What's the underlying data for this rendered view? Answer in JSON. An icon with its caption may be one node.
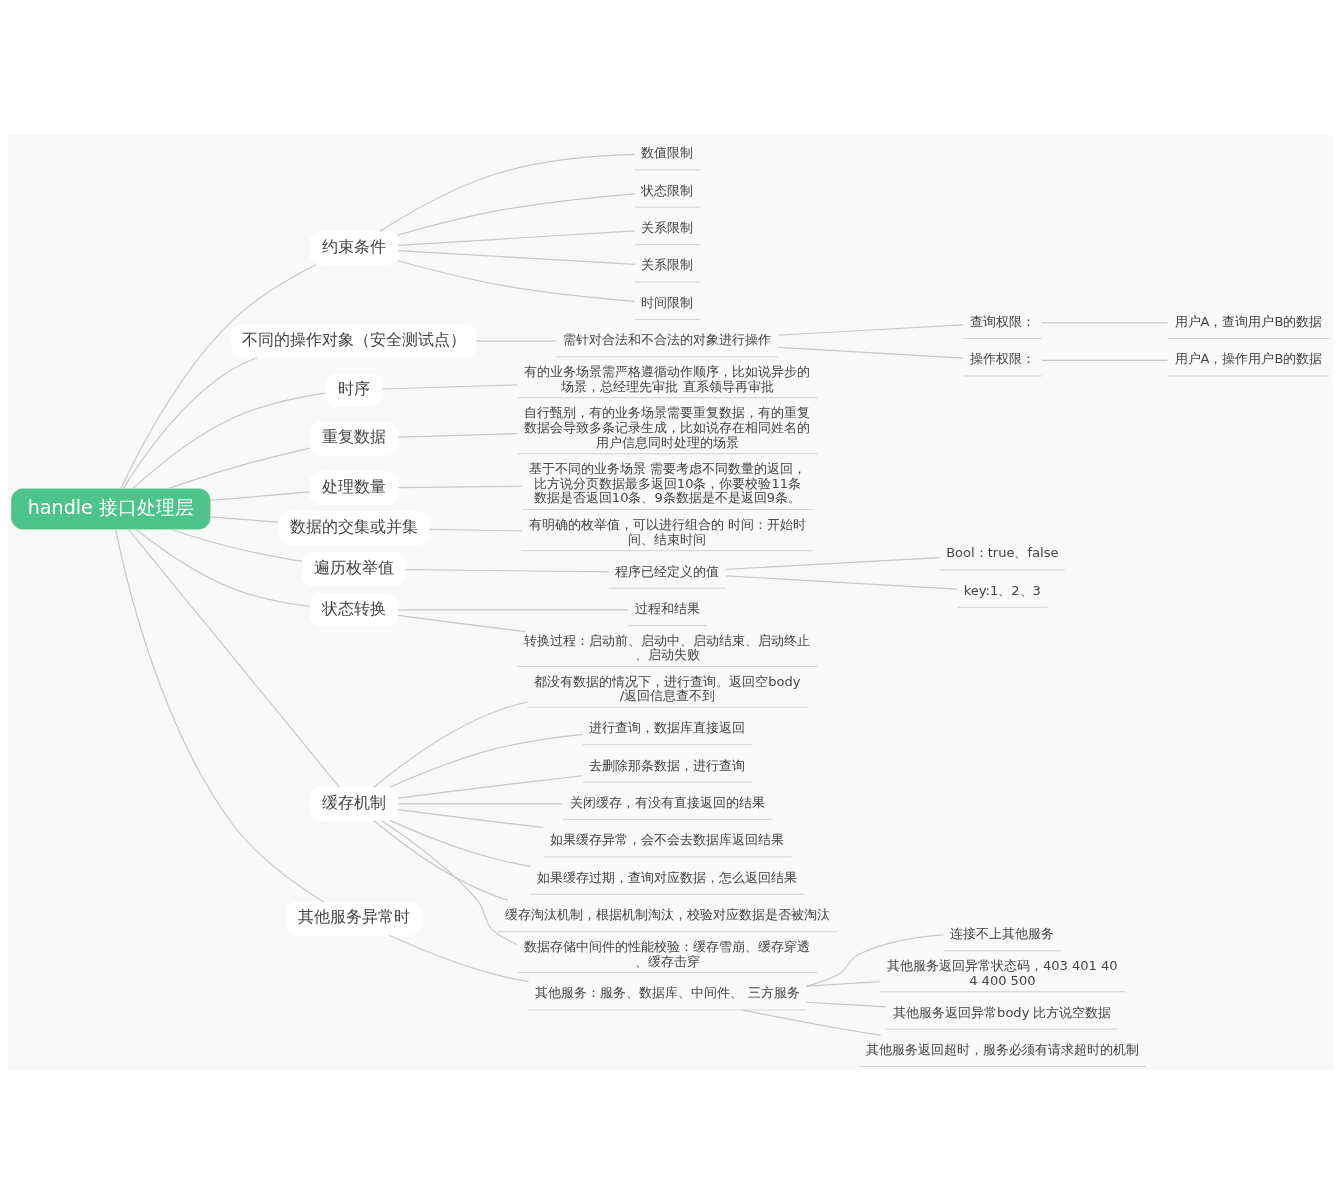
{
  "diagram": {
    "nodes": [
      {
        "text": [
          "handle 接口处理层"
        ]
      },
      {
        "text": [
          "约束条件"
        ]
      },
      {
        "text": [
          "数值限制"
        ]
      },
      {
        "text": [
          "状态限制"
        ]
      },
      {
        "text": [
          "关系限制"
        ]
      },
      {
        "text": [
          "关系限制"
        ]
      },
      {
        "text": [
          "时间限制"
        ]
      },
      {
        "text": [
          "不同的操作对象（安全测试点）"
        ]
      },
      {
        "text": [
          "需针对合法和不合法的对象进行操作"
        ]
      },
      {
        "text": [
          "查询权限："
        ]
      },
      {
        "text": [
          "用户A，查询用户B的数据"
        ]
      },
      {
        "text": [
          "操作权限："
        ]
      },
      {
        "text": [
          "用户A，操作用户B的数据"
        ]
      },
      {
        "text": [
          "时序"
        ]
      },
      {
        "text": [
          "有的业务场景需严格遵循动作顺序，比如说异步的场景，总经理先审批 直系领导再审批"
        ]
      },
      {
        "text": [
          "重复数据"
        ]
      },
      {
        "text": [
          "自行甄别，有的业务场景需要重复数据，有的重复数据会导致多条记录生成，比如说存在相同姓名的用户信息同时处理的场景"
        ]
      },
      {
        "text": [
          "处理数量"
        ]
      },
      {
        "text": [
          "基于不同的业务场景 需要考虑不同数量的返回，比方说分页数据最多返回10条，你要校验11条数据是否返回10条、9条数据是不是返回9条。"
        ]
      },
      {
        "text": [
          "数据的交集或并集"
        ]
      },
      {
        "text": [
          "有明确的枚举值，可以进行组合的 时间：开始时间、结束时间"
        ]
      },
      {
        "text": [
          "遍历枚举值"
        ]
      },
      {
        "text": [
          "程序已经定义的值"
        ]
      },
      {
        "text": [
          "Bool：true、false"
        ]
      },
      {
        "text": [
          "key:1、2、3"
        ]
      },
      {
        "text": [
          "状态转换"
        ]
      },
      {
        "text": [
          "过程和结果"
        ]
      },
      {
        "text": [
          "转换过程：启动前、启动中、启动结束、启动终止、启动失败"
        ]
      },
      {
        "text": [
          "缓存机制"
        ]
      },
      {
        "text": [
          "都没有数据的情况下，进行查询。返回空body/返回信息查不到"
        ]
      },
      {
        "text": [
          "进行查询，数据库直接返回"
        ]
      },
      {
        "text": [
          "去删除那条数据，进行查询"
        ]
      },
      {
        "text": [
          "关闭缓存，有没有直接返回的结果"
        ]
      },
      {
        "text": [
          "如果缓存异常，会不会去数据库返回结果"
        ]
      },
      {
        "text": [
          "如果缓存过期，查询对应数据，怎么返回结果"
        ]
      },
      {
        "text": [
          "缓存淘汰机制，根据机制淘汰，校验对应数据是否被淘汰"
        ]
      },
      {
        "text": [
          "数据存储中间件的性能校验：缓存雪崩、缓存穿透、缓存击穿"
        ]
      },
      {
        "text": [
          "其他服务异常时"
        ]
      },
      {
        "text": [
          "其他服务：服务、数据库、中间件、 三方服务"
        ]
      },
      {
        "text": [
          "连接不上其他服务"
        ]
      },
      {
        "text": [
          "其他服务返回异常状态码，403 401 404 400 500"
        ]
      },
      {
        "text": [
          "其他服务返回异常body 比方说空数据"
        ]
      },
      {
        "text": [
          "其他服务返回超时，服务必须有请求超时的机制"
        ]
      }
    ],
    "edges": [
      {
        "from": 0,
        "to": 1,
        "arrow": "none"
      },
      {
        "from": 1,
        "to": 2,
        "arrow": "none"
      },
      {
        "from": 1,
        "to": 3,
        "arrow": "none"
      },
      {
        "from": 1,
        "to": 4,
        "arrow": "none"
      },
      {
        "from": 1,
        "to": 5,
        "arrow": "none"
      },
      {
        "from": 1,
        "to": 6,
        "arrow": "none"
      },
      {
        "from": 0,
        "to": 7,
        "arrow": "none"
      },
      {
        "from": 7,
        "to": 8,
        "arrow": "none"
      },
      {
        "from": 8,
        "to": 9,
        "arrow": "none"
      },
      {
        "from": 9,
        "to": 10,
        "arrow": "none"
      },
      {
        "from": 8,
        "to": 11,
        "arrow": "none"
      },
      {
        "from": 11,
        "to": 12,
        "arrow": "none"
      },
      {
        "from": 0,
        "to": 13,
        "arrow": "none"
      },
      {
        "from": 13,
        "to": 14,
        "arrow": "none"
      },
      {
        "from": 0,
        "to": 15,
        "arrow": "none"
      },
      {
        "from": 15,
        "to": 16,
        "arrow": "none"
      },
      {
        "from": 0,
        "to": 17,
        "arrow": "none"
      },
      {
        "from": 17,
        "to": 18,
        "arrow": "none"
      },
      {
        "from": 0,
        "to": 19,
        "arrow": "none"
      },
      {
        "from": 19,
        "to": 20,
        "arrow": "none"
      },
      {
        "from": 0,
        "to": 21,
        "arrow": "none"
      },
      {
        "from": 21,
        "to": 22,
        "arrow": "none"
      },
      {
        "from": 22,
        "to": 23,
        "arrow": "none"
      },
      {
        "from": 22,
        "to": 24,
        "arrow": "none"
      },
      {
        "from": 0,
        "to": 25,
        "arrow": "none"
      },
      {
        "from": 25,
        "to": 26,
        "arrow": "none"
      },
      {
        "from": 25,
        "to": 27,
        "arrow": "none"
      },
      {
        "from": 0,
        "to": 28,
        "arrow": "none"
      },
      {
        "from": 28,
        "to": 29,
        "arrow": "none"
      },
      {
        "from": 28,
        "to": 30,
        "arrow": "none"
      },
      {
        "from": 28,
        "to": 31,
        "arrow": "none"
      },
      {
        "from": 28,
        "to": 32,
        "arrow": "none"
      },
      {
        "from": 28,
        "to": 33,
        "arrow": "none"
      },
      {
        "from": 28,
        "to": 34,
        "arrow": "none"
      },
      {
        "from": 28,
        "to": 35,
        "arrow": "none"
      },
      {
        "from": 28,
        "to": 36,
        "arrow": "none"
      },
      {
        "from": 0,
        "to": 37,
        "arrow": "none"
      },
      {
        "from": 37,
        "to": 38,
        "arrow": "none"
      },
      {
        "from": 38,
        "to": 39,
        "arrow": "none"
      },
      {
        "from": 38,
        "to": 40,
        "arrow": "none"
      },
      {
        "from": 38,
        "to": 41,
        "arrow": "none"
      },
      {
        "from": 38,
        "to": 42,
        "arrow": "none"
      }
    ]
  }
}
